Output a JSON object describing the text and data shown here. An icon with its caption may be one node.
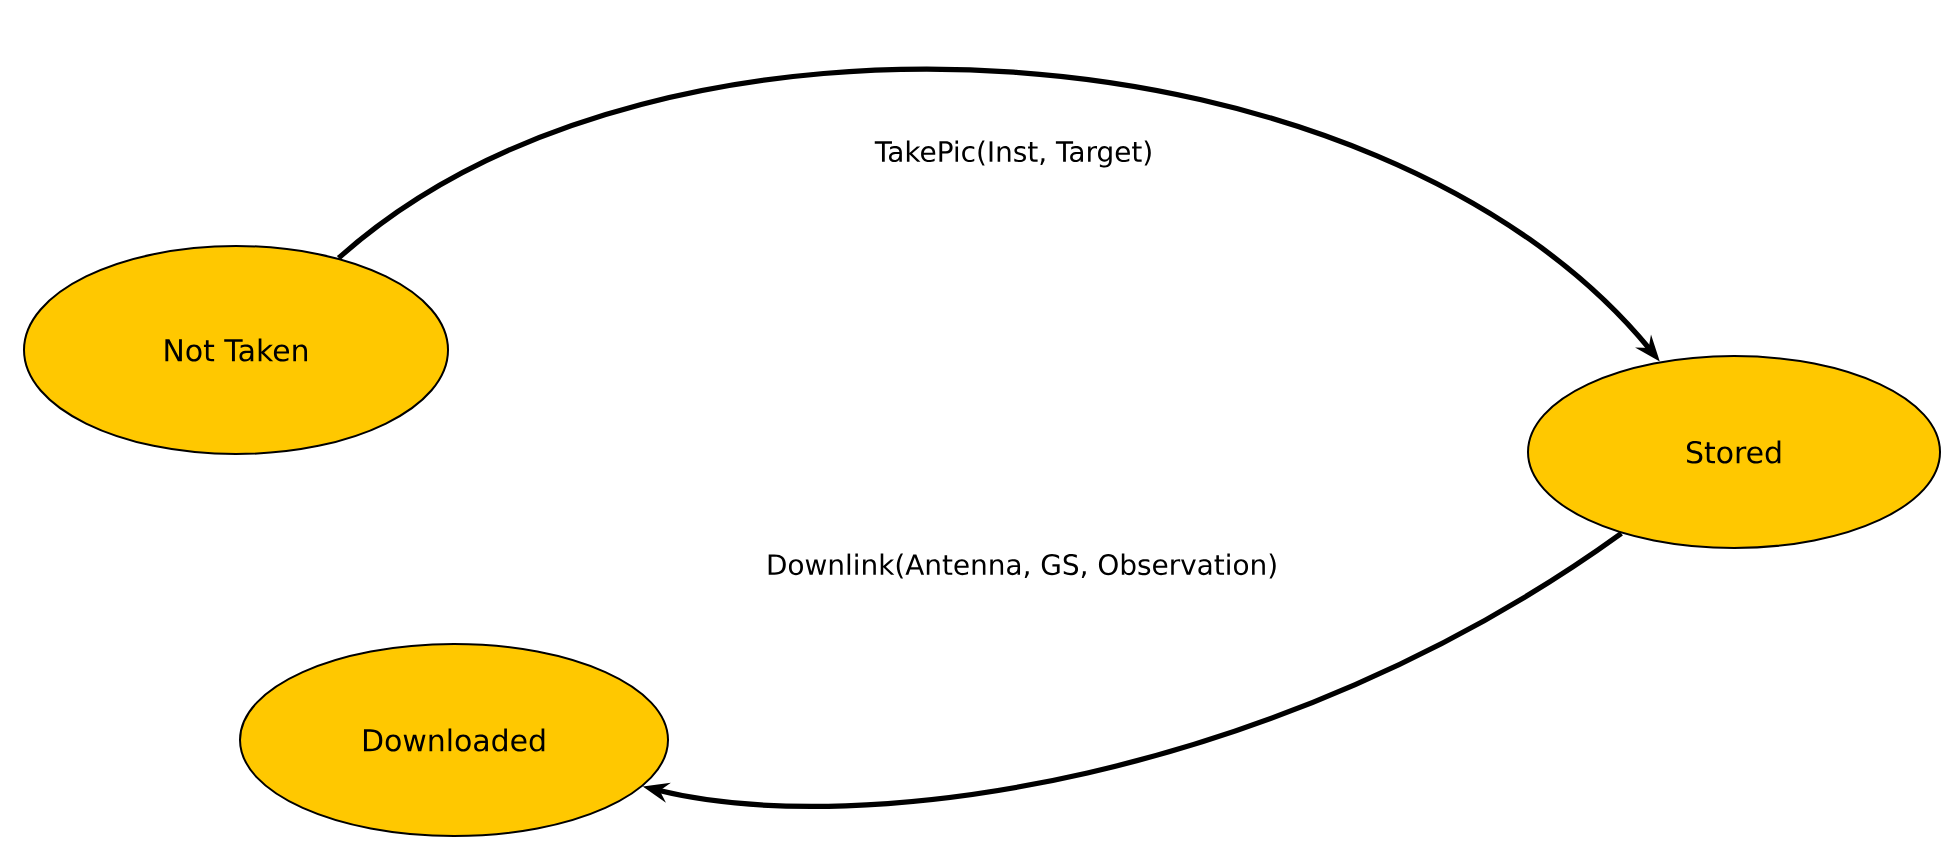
{
  "diagram": {
    "nodes": [
      {
        "text": [
          "Not Taken"
        ]
      },
      {
        "text": [
          "Stored"
        ]
      },
      {
        "text": [
          "Downloaded"
        ]
      }
    ],
    "edges": [
      {
        "from": 0,
        "to": 1,
        "arrow": "to",
        "label": "TakePic(Inst, Target)"
      },
      {
        "from": 1,
        "to": 2,
        "arrow": "to",
        "label": "Downlink(Antenna, GS, Observation)"
      }
    ]
  }
}
